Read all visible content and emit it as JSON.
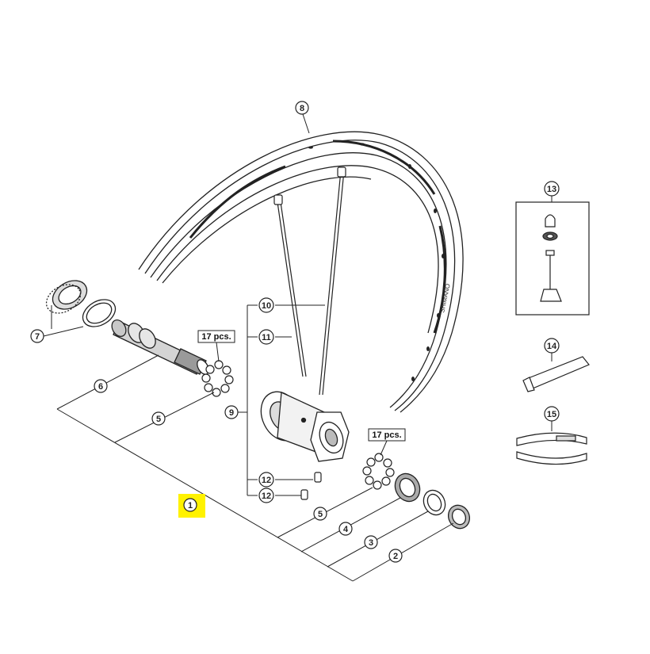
{
  "callouts": {
    "c1": "1",
    "c2": "2",
    "c3": "3",
    "c4": "4",
    "c5a": "5",
    "c5b": "5",
    "c6": "6",
    "c7": "7",
    "c8": "8",
    "c9": "9",
    "c10": "10",
    "c11": "11",
    "c12a": "12",
    "c12b": "12",
    "c13": "13",
    "c14": "14",
    "c15": "15"
  },
  "qty_left": "17 pcs.",
  "qty_right": "17 pcs.",
  "rim_text": "SHIMANO",
  "colors": {
    "line": "#222222",
    "part_fill": "#ffffff",
    "part_shade": "#bdbdbd",
    "highlight": "#fff200"
  }
}
